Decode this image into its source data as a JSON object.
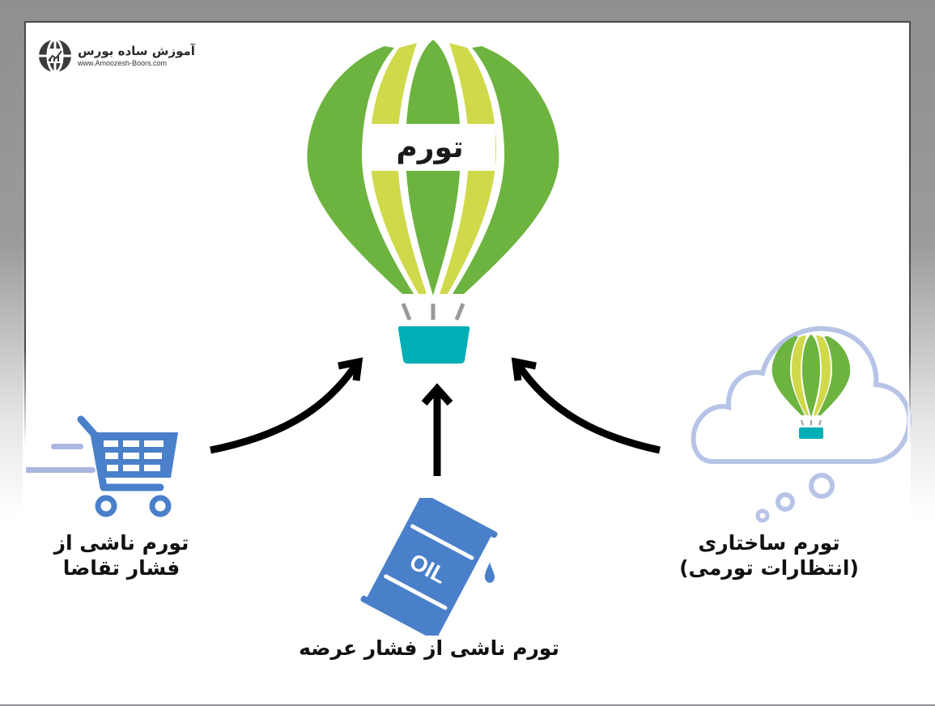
{
  "logo": {
    "title": "آموزش ساده بورس",
    "url": "www.Amoozesh-Boors.com",
    "icon": "globe-chart-icon"
  },
  "center": {
    "title": "تورم",
    "icon": "hot-air-balloon-icon"
  },
  "sources": [
    {
      "id": "demand",
      "icon": "shopping-cart-icon",
      "label_line1": "تورم ناشی از",
      "label_line2": "فشار تقاضا"
    },
    {
      "id": "supply",
      "icon": "oil-barrel-icon",
      "barrel_text": "OIL",
      "label": "تورم ناشی از فشار عرضه"
    },
    {
      "id": "structural",
      "icon": "thought-cloud-balloon-icon",
      "label_line1": "تورم ساختاری",
      "label_line2": "(انتظارات تورمی)"
    }
  ],
  "colors": {
    "balloon_green": "#6db33f",
    "balloon_lime": "#cfd94a",
    "basket_teal": "#00afb5",
    "ropes_gray": "#9a9a9a",
    "icon_blue": "#4a7fc9",
    "cloud_lavender": "#b7c4e8",
    "arrow_black": "#000000",
    "frame_gray": "#8e8f91"
  }
}
